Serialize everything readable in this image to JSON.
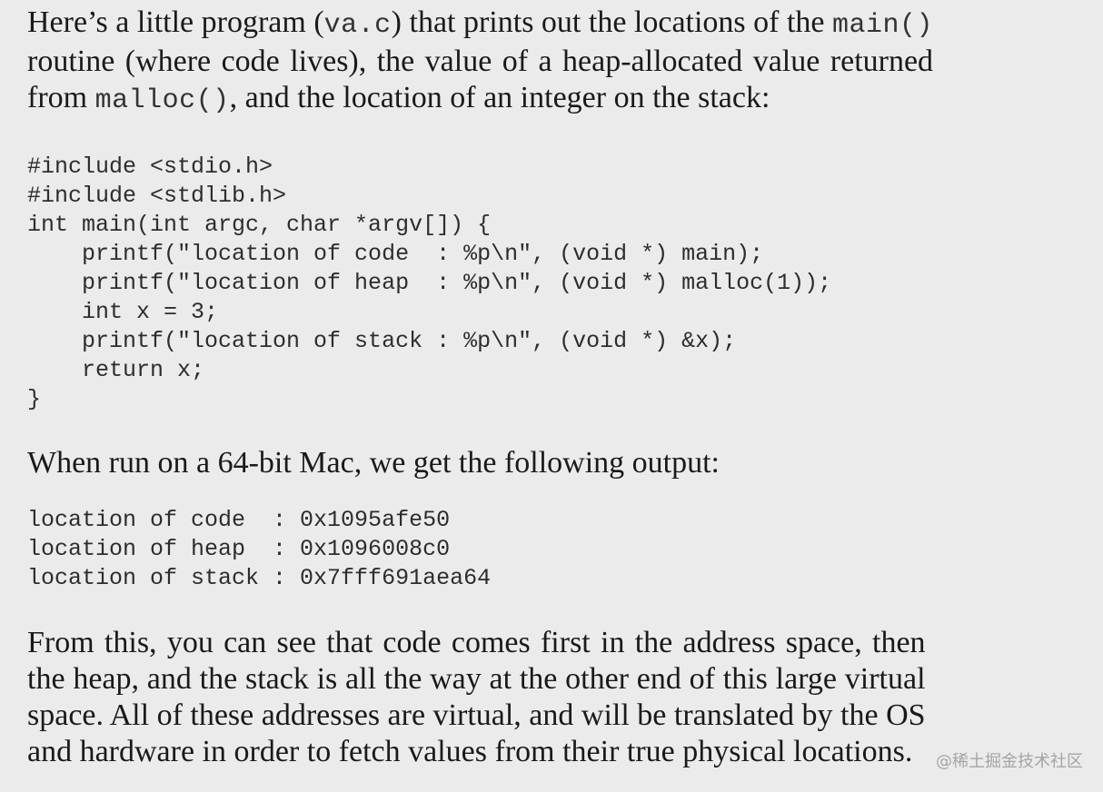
{
  "intro": {
    "l1_a": "Here’s a little program (",
    "l1_code1": "va.c",
    "l1_b": ") that prints out the locations of the ",
    "l1_code2": "main()",
    "l2": "routine (where code lives), the value of a heap-allocated value returned",
    "l3_a": "from ",
    "l3_code": "malloc()",
    "l3_b": ", and the location of an integer on the stack:"
  },
  "code_listing": [
    "#include <stdio.h>",
    "#include <stdlib.h>",
    "int main(int argc, char *argv[]) {",
    "    printf(\"location of code  : %p\\n\", (void *) main);",
    "    printf(\"location of heap  : %p\\n\", (void *) malloc(1));",
    "    int x = 3;",
    "    printf(\"location of stack : %p\\n\", (void *) &x);",
    "    return x;",
    "}"
  ],
  "output_intro": "When run on a 64-bit Mac, we get the following output:",
  "output_listing": [
    "location of code  : 0x1095afe50",
    "location of heap  : 0x1096008c0",
    "location of stack : 0x7fff691aea64"
  ],
  "conclusion": [
    "From this, you can see that code comes first in the address space, then",
    "the heap, and the stack is all the way at the other end of this large virtual",
    "space. All of these addresses are virtual, and will be translated by the OS",
    "and hardware in order to fetch values from their true physical locations."
  ],
  "watermark": "@稀土掘金技术社区"
}
